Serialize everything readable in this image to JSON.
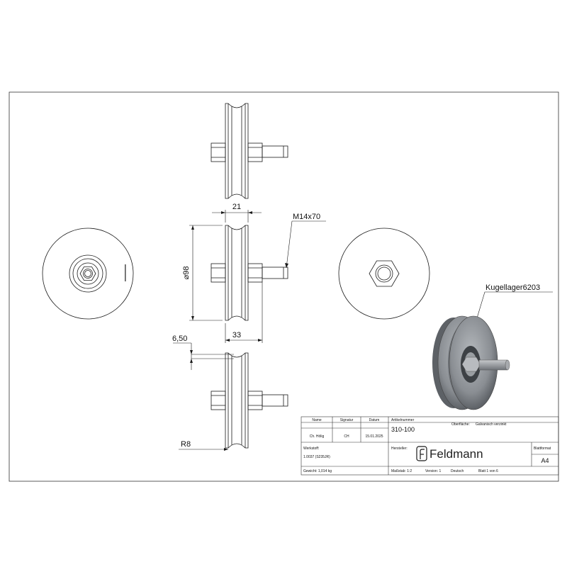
{
  "dimensions": {
    "width": "21",
    "diameter": "⌀98",
    "thread": "M14x70",
    "length": "33",
    "groove_depth": "6,50",
    "radius": "R8",
    "bearing": "Kugellager6203"
  },
  "title_block": {
    "headers": {
      "name": "Name",
      "signature": "Signatur",
      "date": "Datum",
      "article_label": "Artikelnummer",
      "surface_label": "Oberfläche:"
    },
    "values": {
      "name": "Ch. Hölig",
      "signature": "CH",
      "date": "15.01.2025",
      "article": "310-100",
      "surface": "Galvanisch verzinkt"
    },
    "material_label": "Werkstoff:",
    "material": "1.0037 (S235JR)",
    "manufacturer_label": "Hersteller:",
    "company": "Feldmann",
    "sheet_format_label": "Blattformat",
    "sheet_format": "A4",
    "weight": "Gewicht: 1,014 kg",
    "scale": "Maßstab: 1:2",
    "version": "Version: 1",
    "language": "Deutsch",
    "sheet": "Blatt 1 von 6"
  },
  "colors": {
    "line": "#1a1a1a",
    "wheel_shade": "#8a8e93",
    "wheel_dark": "#5d6166",
    "frame": "#333333"
  },
  "icons": {
    "logo": "feldmann-logo-icon"
  }
}
